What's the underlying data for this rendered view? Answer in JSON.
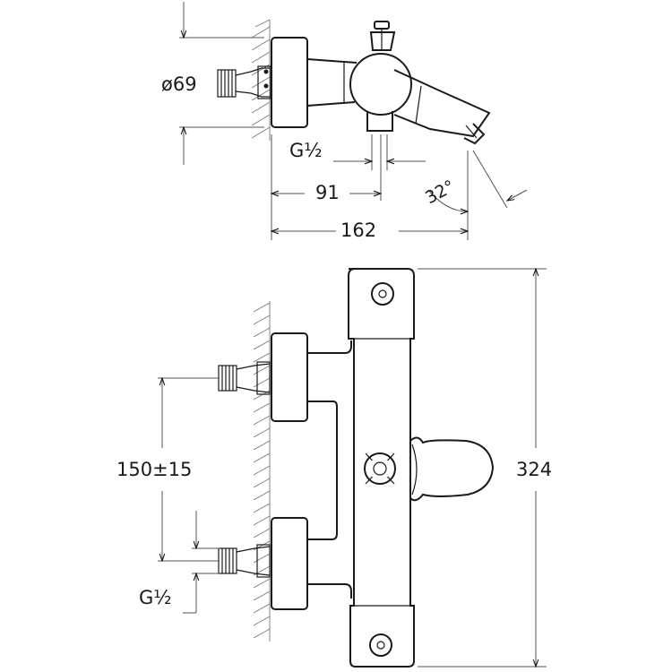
{
  "top_view": {
    "diameter_label": "ø69",
    "thread_label": "G½",
    "length_91_label": "91",
    "length_162_label": "162",
    "angle_label": "32°"
  },
  "front_view": {
    "spacing_label": "150±15",
    "height_label": "324",
    "thread_label": "G½"
  }
}
